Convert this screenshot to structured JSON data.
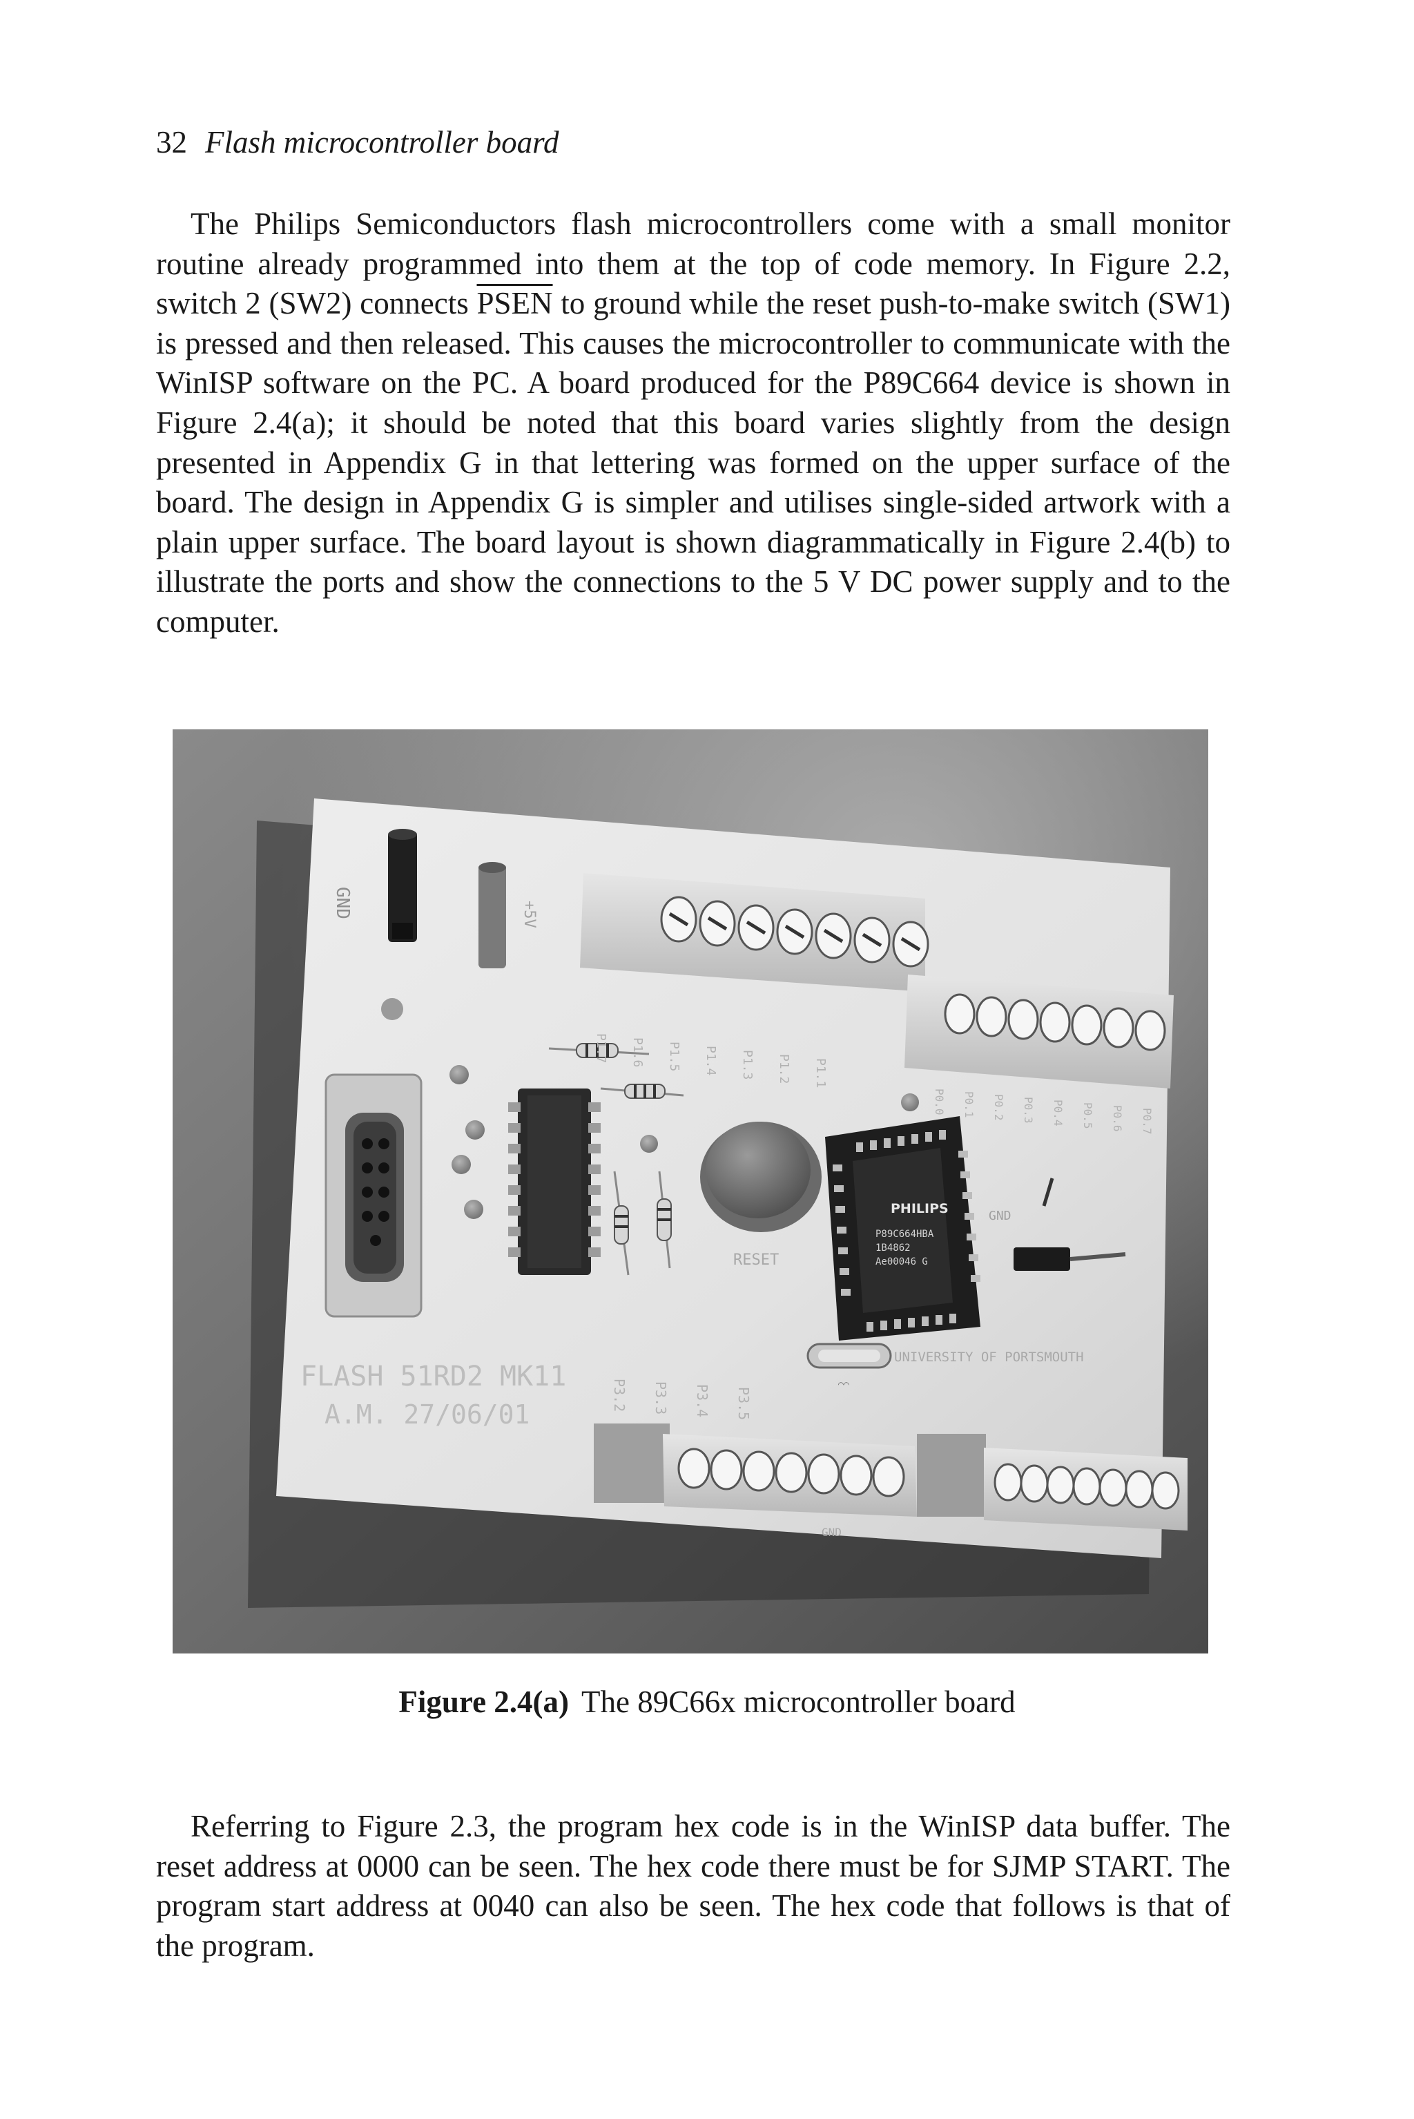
{
  "running_head": {
    "page_number": "32",
    "chapter_title": "Flash microcontroller board"
  },
  "paragraph_1": {
    "part_1": "The Philips Semiconductors flash microcontrollers come with a small monitor routine already programmed into them at the top of code memory. In Figure 2.2, switch 2 (SW2) connects ",
    "psen": "PSEN",
    "part_2": " to ground while the reset push-to-make switch (SW1) is pressed and then released. This causes the microcontroller to communicate with the WinISP software on the PC. A board produced for the P89C664 device is shown in Figure 2.4(a); it should be noted that this board varies slightly from the design presented in Appendix G in that lettering was formed on the upper surface of the board. The design in Appendix G is simpler and utilises single-sided artwork with a plain upper surface. The board layout is shown diagrammatically in Figure 2.4(b) to illustrate the ports and show the connections to the 5 V DC power supply and to the computer."
  },
  "figure": {
    "caption_label": "Figure 2.4(a)",
    "caption_text": "The 89C66x microcontroller board",
    "board_silkscreen": {
      "gnd_top": "GND",
      "plus_5v": "+5V",
      "reset": "RESET",
      "chip_brand": "PHILIPS",
      "chip_line_1": "P89C664HBA",
      "chip_line_2": "1B4862",
      "chip_line_3": "Ae00046 G",
      "board_name": "FLASH 51RD2 MK11",
      "initials_date": "A.M. 27/06/01",
      "university": "UNIVERSITY OF PORTSMOUTH",
      "gnd_right": "GND",
      "gnd_bottom": "GND",
      "top_port_labels": [
        "P1.7",
        "P1.6",
        "P1.5",
        "P1.4",
        "P1.3",
        "P1.2",
        "P1.1"
      ],
      "right_port_labels": [
        "P0.0",
        "P0.1",
        "P0.2",
        "P0.3",
        "P0.4",
        "P0.5",
        "P0.6",
        "P0.7"
      ],
      "bottom_port_labels": [
        "P3.2",
        "P3.3",
        "P3.4",
        "P3.5"
      ]
    }
  },
  "paragraph_2": {
    "text": "Referring to Figure 2.3, the program hex code is in the WinISP data buffer. The reset address at 0000 can be seen. The hex code there must be for SJMP START. The program start address at 0040 can also be seen. The hex code that follows is that of the program."
  }
}
